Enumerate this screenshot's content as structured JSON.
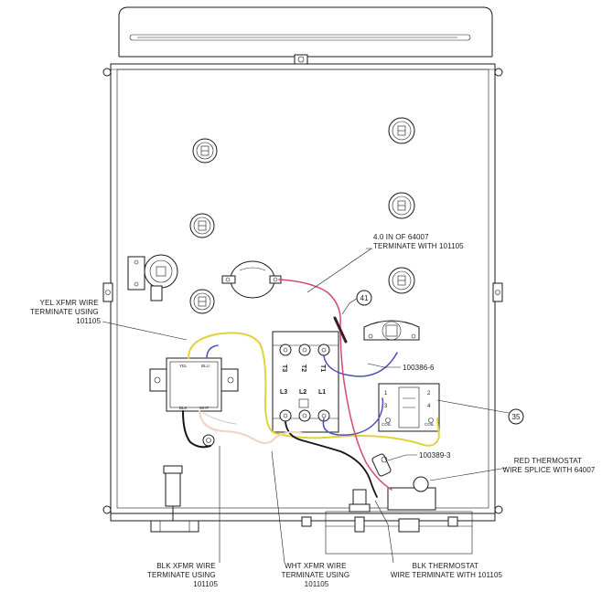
{
  "callouts": {
    "wire_64007": [
      "4.0 IN OF 64007",
      "TERMINATE WITH 101105"
    ],
    "yel_xfmr": [
      "YEL XFMR WIRE",
      "TERMINATE USING",
      "101105"
    ],
    "balloon_41": "41",
    "part_100386": "100386-6",
    "balloon_35": "35",
    "part_100389": "100389-3",
    "red_thermostat": [
      "RED THERMOSTAT",
      "WIRE SPLICE WITH 64007"
    ],
    "blk_xfmr": [
      "BLK XFMR WIRE",
      "TERMINATE USING",
      "101105"
    ],
    "wht_xfmr": [
      "WHT XFMR WIRE",
      "TERMINATE USING",
      "101105"
    ],
    "blk_thermostat": [
      "BLK THERMOSTAT",
      "WIRE TERMINATE WITH 101105"
    ]
  },
  "transformer": {
    "top_left": "YEL",
    "top_right": "BLU",
    "bottom_left": "BLK",
    "bottom_right": "WHT"
  },
  "contactor": {
    "top_terminals": [
      "T3",
      "T2",
      "T1"
    ],
    "bottom_terminals": [
      "L3",
      "L2",
      "L1"
    ]
  },
  "relay": {
    "terminals": [
      "1",
      "2",
      "3",
      "4"
    ],
    "coil_label": "COIL"
  },
  "wire_colors": {
    "yellow": "#e0d23a",
    "red": "#d64b6a",
    "blue": "#4a4fc0",
    "black": "#151515",
    "white": "#efd3c4"
  }
}
